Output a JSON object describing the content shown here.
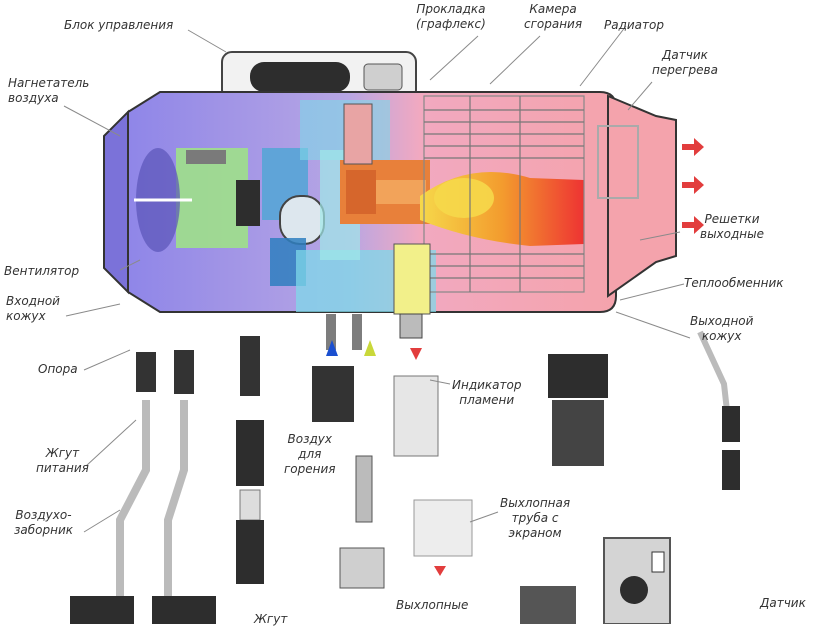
{
  "labels": {
    "control_unit": "Блок управления",
    "gasket": [
      "Прокладка",
      "(графлекс)"
    ],
    "combustion_chamber": [
      "Камера",
      "сгорания"
    ],
    "radiator": "Радиатор",
    "overheat_sensor": [
      "Датчик",
      "перегрева"
    ],
    "air_blower": [
      "Нагнетатель",
      "воздуха"
    ],
    "outlet_grilles": [
      "Решетки",
      "выходные"
    ],
    "fan": "Вентилятор",
    "heat_exchanger": "Теплообменник",
    "inlet_casing": [
      "Входной",
      "кожух"
    ],
    "outlet_casing": [
      "Выходной",
      "кожух"
    ],
    "support": "Опора",
    "flame_indicator": [
      "Индикатор",
      "пламени"
    ],
    "combustion_air": [
      "Воздух",
      "для",
      "горения"
    ],
    "power_harness": [
      "Жгут",
      "питания"
    ],
    "air_intake": [
      "Воздухо-",
      "заборник"
    ],
    "exhaust_pipe": [
      "Выхлопная",
      "труба с",
      "экраном"
    ],
    "exhaust_gases": "Выхлопные",
    "sensor": "Датчик",
    "harness": "Жгут"
  },
  "colors": {
    "casing_purple": "#8f86e8",
    "fan_green": "#9fe08a",
    "blower_blue": "#5fa4d8",
    "control_cyan": "#7fd8e8",
    "chamber_orange": "#e8803a",
    "flame_yellow": "#f6d84a",
    "exchanger_pink": "#f4a3ac",
    "outlet_red": "#e23d3d",
    "fuel_yellow": "#f2f08a",
    "exhaust_gray": "#9a9a9a"
  }
}
